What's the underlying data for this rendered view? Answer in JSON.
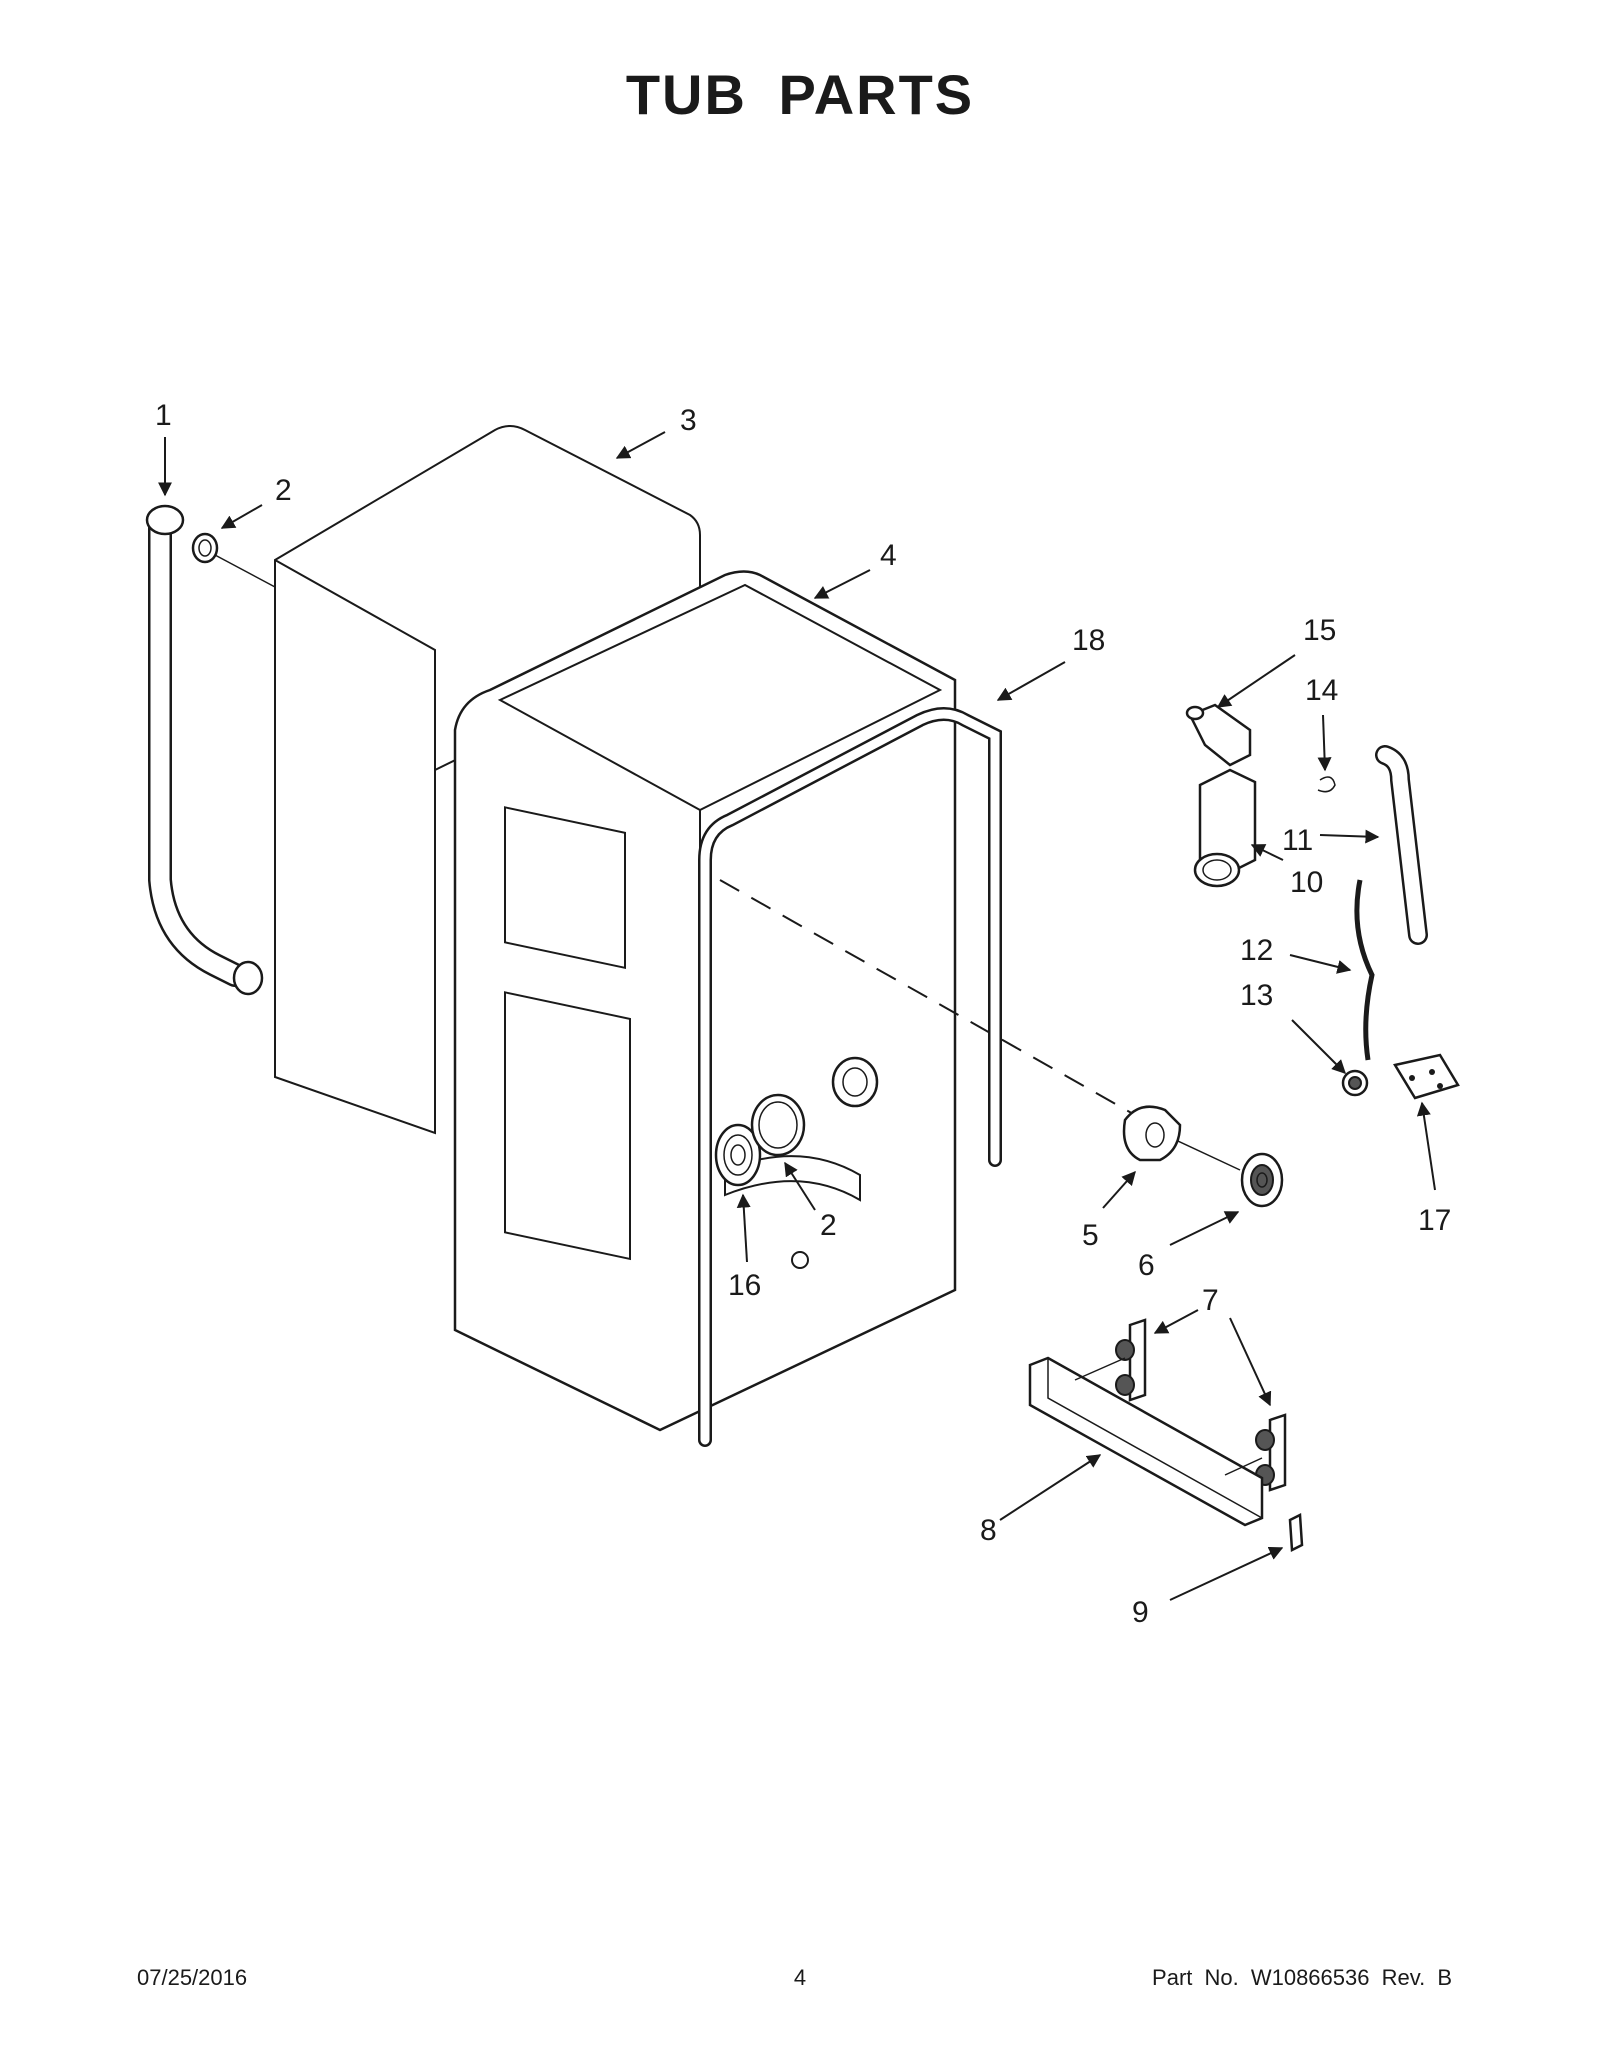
{
  "title": "TUB PARTS",
  "footer": {
    "date": "07/25/2016",
    "page": "4",
    "part_no": "Part No.  W10866536  Rev.  B"
  },
  "callouts": [
    "1",
    "2",
    "3",
    "4",
    "18",
    "15",
    "14",
    "11",
    "10",
    "12",
    "13",
    "5",
    "6",
    "17",
    "2",
    "16",
    "7",
    "8",
    "9"
  ],
  "colors": {
    "ink": "#1a1a1a",
    "paper": "#ffffff"
  }
}
